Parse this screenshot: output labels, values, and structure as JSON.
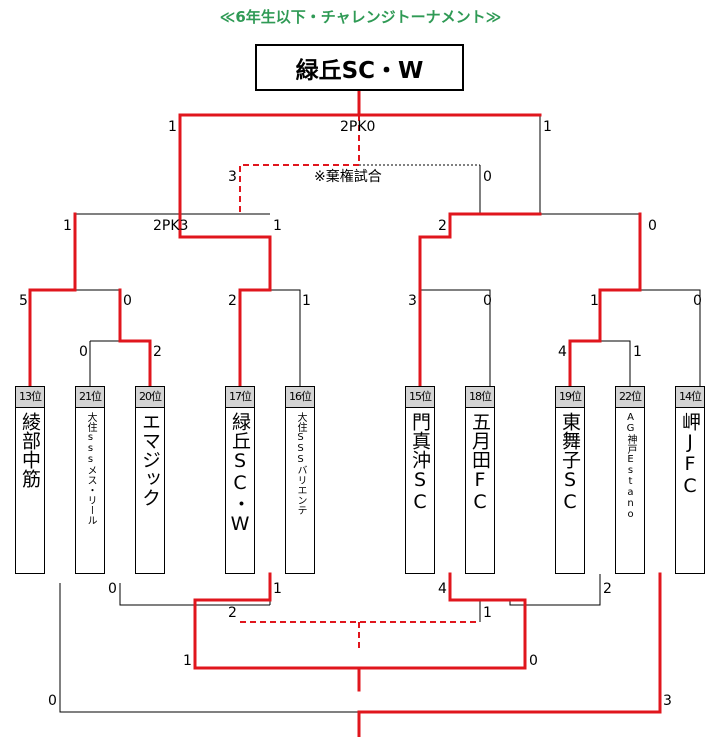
{
  "title": "≪6年生以下・チャレンジトーナメント≫",
  "champion": "緑丘SC・W",
  "teams": [
    {
      "rank": "13位",
      "name": "綾部中筋"
    },
    {
      "rank": "21位",
      "name": "大住sssメス・リール"
    },
    {
      "rank": "20位",
      "name": "エマジック"
    },
    {
      "rank": "17位",
      "name": "緑丘SC・W"
    },
    {
      "rank": "16位",
      "name": "大住SSSバリエンテ"
    },
    {
      "rank": "15位",
      "name": "門真沖SC"
    },
    {
      "rank": "18位",
      "name": "五月田FC"
    },
    {
      "rank": "19位",
      "name": "東舞子SC"
    },
    {
      "rank": "22位",
      "name": "AG神戸Estano"
    },
    {
      "rank": "14位",
      "name": "岬JFC"
    }
  ],
  "scores": {
    "r1_t1": "0",
    "r1_t2": "2",
    "r1_t7": "4",
    "r1_t8": "1",
    "qf_l1": "5",
    "qf_l2": "0",
    "qf_l3": "2",
    "qf_l4": "1",
    "qf_r1": "3",
    "qf_r2": "0",
    "qf_r3": "1",
    "qf_r4": "0",
    "sf_l1": "1",
    "sf_l2": "1",
    "sf_r1": "2",
    "sf_r2": "0",
    "sf_l_pk": "2PK3",
    "f_1": "1",
    "f_2": "1",
    "f_pk": "2PK0",
    "f_side_l": "3",
    "f_side_r": "0",
    "f_note": "※棄権試合",
    "b1_l": "0",
    "b1_r": "1",
    "b1_mid_l": "2",
    "b1_mid_r": "1",
    "b1_bot_l": "1",
    "b1_bot_r": "0",
    "b2_l": "4",
    "b2_r": "2",
    "b3_l": "0",
    "b3_r": "3"
  },
  "colors": {
    "winner": "#e0161d",
    "line": "#000000",
    "title": "#2f9a55",
    "rank_bg": "#d4d4d4"
  }
}
